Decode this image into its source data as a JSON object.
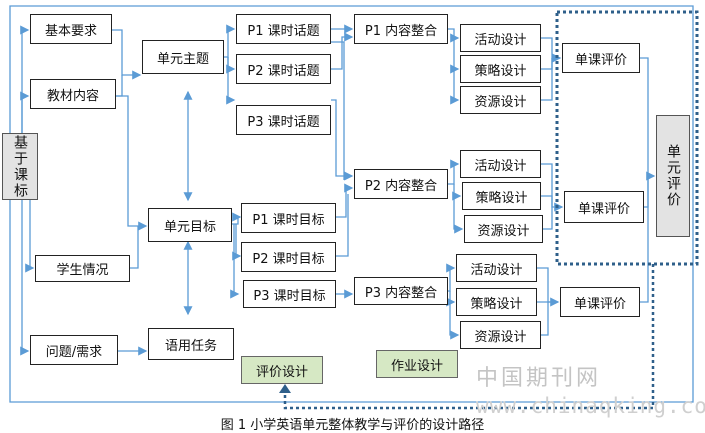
{
  "nodes": {
    "basic_requirements": "基本要求",
    "textbook_content": "教材内容",
    "curriculum_standard": "基于课标",
    "student_situation": "学生情况",
    "problem_needs": "问题/需求",
    "unit_theme": "单元主题",
    "unit_goal": "单元目标",
    "language_task": "语用任务",
    "evaluation_design": "评价设计",
    "homework_design": "作业设计",
    "p1_topic": "P1 课时话题",
    "p2_topic": "P2 课时话题",
    "p3_topic": "P3 课时话题",
    "p1_goal": "P1 课时目标",
    "p2_goal": "P2 课时目标",
    "p3_goal": "P3 课时目标",
    "p1_integration": "P1 内容整合",
    "p2_integration": "P2 内容整合",
    "p3_integration": "P3 内容整合",
    "activity_design": "活动设计",
    "strategy_design": "策略设计",
    "resource_design": "资源设计",
    "lesson_evaluation": "单课评价",
    "unit_evaluation": "单元评价"
  },
  "watermark": {
    "cn": "中国期刊网",
    "url": "www.chinaqking.com"
  },
  "caption": "图 1 小学英语单元整体教学与评价的设计路径"
}
